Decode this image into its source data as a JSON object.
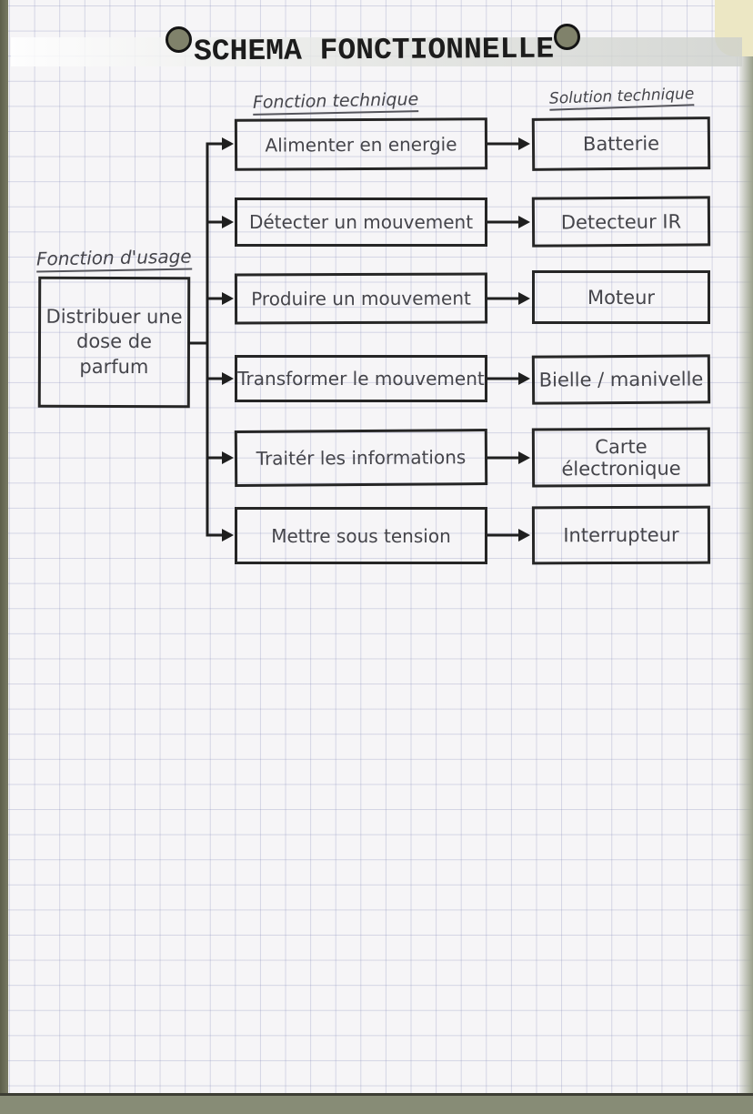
{
  "page": {
    "title": "SCHEMA FONCTIONNELLE"
  },
  "headers": {
    "usage": "Fonction d'usage",
    "technique": "Fonction technique",
    "solution": "Solution technique"
  },
  "usage_box": {
    "lines": [
      "Distribuer une",
      "dose de",
      "parfum"
    ]
  },
  "rows": [
    {
      "fonction": "Alimenter en energie",
      "solution": "Batterie"
    },
    {
      "fonction": "Détecter un mouvement",
      "solution": "Detecteur IR"
    },
    {
      "fonction": "Produire un mouvement",
      "solution": "Moteur"
    },
    {
      "fonction": "Transformer le mouvement",
      "solution": "Bielle / manivelle"
    },
    {
      "fonction": "Traitér les informations",
      "solution": "Carte électronique"
    },
    {
      "fonction": "Mettre sous tension",
      "solution": "Interrupteur"
    }
  ],
  "colors": {
    "ink": "#262626",
    "handwriting": "#45454b",
    "paper": "#f6f5f7",
    "grid_line": "#c9cde1",
    "punch_hole": "#80826b",
    "left_edge_strip": "#6a6c57",
    "bottom_strip": "#878c76"
  }
}
